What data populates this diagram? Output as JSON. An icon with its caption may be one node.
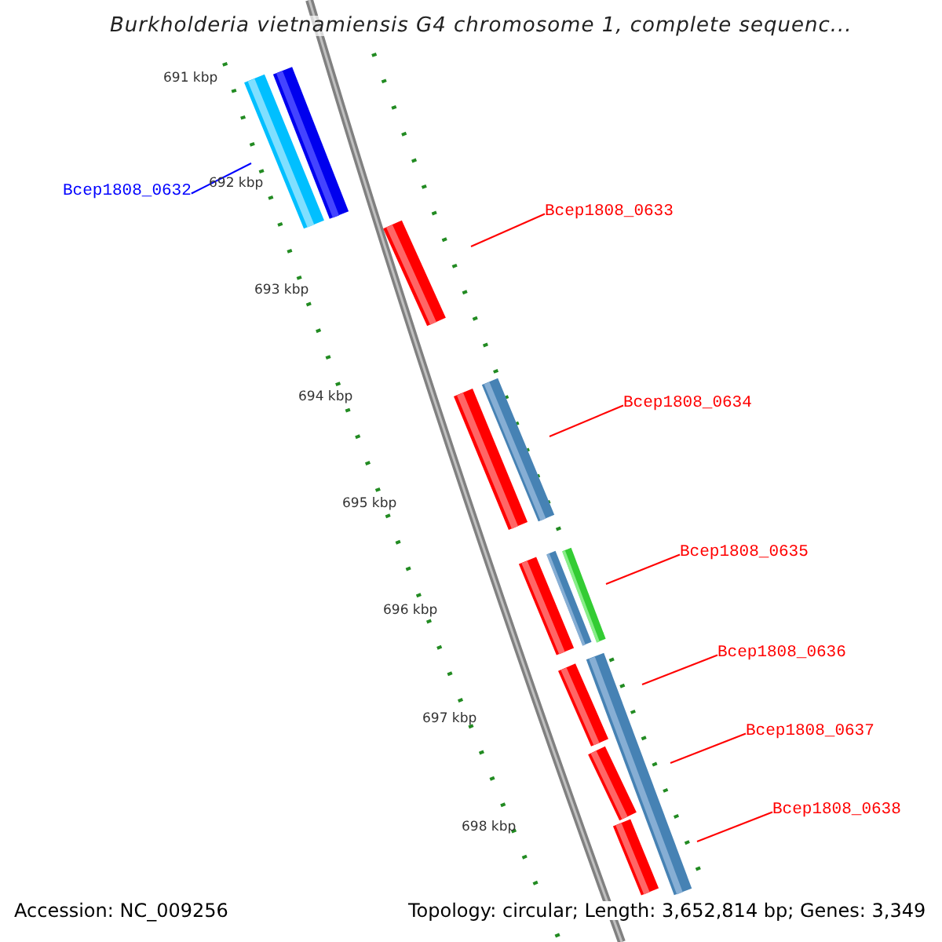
{
  "diagram": {
    "title": "Burkholderia vietnamiensis G4 chromosome 1, complete sequenc...",
    "nodes": [
      {
        "text": [
          "Bcep1808_0632"
        ]
      },
      {
        "text": [
          "Bcep1808_0633"
        ]
      },
      {
        "text": [
          "Bcep1808_0634"
        ]
      },
      {
        "text": [
          "Bcep1808_0635"
        ]
      },
      {
        "text": [
          "Bcep1808_0636"
        ]
      },
      {
        "text": [
          "Bcep1808_0637"
        ]
      },
      {
        "text": [
          "Bcep1808_0638"
        ]
      }
    ],
    "edges": [
      {
        "from": 0,
        "to": null,
        "arrow": "none",
        "color": "#0000ff"
      },
      {
        "from": 1,
        "to": null,
        "arrow": "none"
      },
      {
        "from": 2,
        "to": null,
        "arrow": "none"
      },
      {
        "from": 3,
        "to": null,
        "arrow": "none"
      },
      {
        "from": 4,
        "to": null,
        "arrow": "none"
      },
      {
        "from": 5,
        "to": null,
        "arrow": "none"
      },
      {
        "from": 6,
        "to": null,
        "arrow": "none"
      }
    ],
    "labels": [
      "691 kbp",
      "692 kbp",
      "693 kbp",
      "694 kbp",
      "695 kbp",
      "696 kbp",
      "697 kbp",
      "698 kbp",
      "Accession: NC_009256",
      "Topology: circular; Length: 3,652,814 bp; Genes: 3,349"
    ]
  }
}
